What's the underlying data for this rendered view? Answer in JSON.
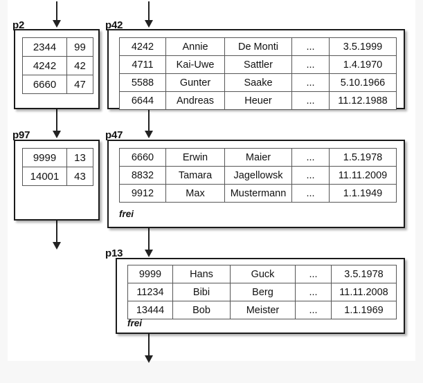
{
  "diagram": {
    "title": "B-tree style page index with data pages",
    "background": "#f7f7f7",
    "page_background": "#ffffff",
    "line_color": "#222222",
    "free_space_label": "frei"
  },
  "index_nodes": [
    {
      "label": "p2",
      "rows": [
        {
          "key": "2344",
          "ptr": "99"
        },
        {
          "key": "4242",
          "ptr": "42"
        },
        {
          "key": "6660",
          "ptr": "47"
        }
      ]
    },
    {
      "label": "p97",
      "rows": [
        {
          "key": "9999",
          "ptr": "13"
        },
        {
          "key": "14001",
          "ptr": "43"
        }
      ]
    }
  ],
  "data_nodes": [
    {
      "label": "p42",
      "free": "",
      "rows": [
        {
          "id": "4242",
          "first": "Annie",
          "last": "De Monti",
          "more": "...",
          "date": "3.5.1999"
        },
        {
          "id": "4711",
          "first": "Kai-Uwe",
          "last": "Sattler",
          "more": "...",
          "date": "1.4.1970"
        },
        {
          "id": "5588",
          "first": "Gunter",
          "last": "Saake",
          "more": "...",
          "date": "5.10.1966"
        },
        {
          "id": "6644",
          "first": "Andreas",
          "last": "Heuer",
          "more": "...",
          "date": "11.12.1988"
        }
      ]
    },
    {
      "label": "p47",
      "free": "frei",
      "rows": [
        {
          "id": "6660",
          "first": "Erwin",
          "last": "Maier",
          "more": "...",
          "date": "1.5.1978"
        },
        {
          "id": "8832",
          "first": "Tamara",
          "last": "Jagellowsk",
          "more": "...",
          "date": "11.11.2009"
        },
        {
          "id": "9912",
          "first": "Max",
          "last": "Mustermann",
          "more": "...",
          "date": "1.1.1949"
        }
      ]
    },
    {
      "label": "p13",
      "free": "frei",
      "rows": [
        {
          "id": "9999",
          "first": "Hans",
          "last": "Guck",
          "more": "...",
          "date": "3.5.1978"
        },
        {
          "id": "11234",
          "first": "Bibi",
          "last": "Berg",
          "more": "...",
          "date": "11.11.2008"
        },
        {
          "id": "13444",
          "first": "Bob",
          "last": "Meister",
          "more": "...",
          "date": "1.1.1969"
        }
      ]
    }
  ],
  "arrows": [
    {
      "name": "arrow-into-p2"
    },
    {
      "name": "arrow-into-p42"
    },
    {
      "name": "arrow-p2-to-p97"
    },
    {
      "name": "arrow-p42-to-p47"
    },
    {
      "name": "arrow-p97-out"
    },
    {
      "name": "arrow-p47-to-p13"
    },
    {
      "name": "arrow-p13-out"
    }
  ]
}
